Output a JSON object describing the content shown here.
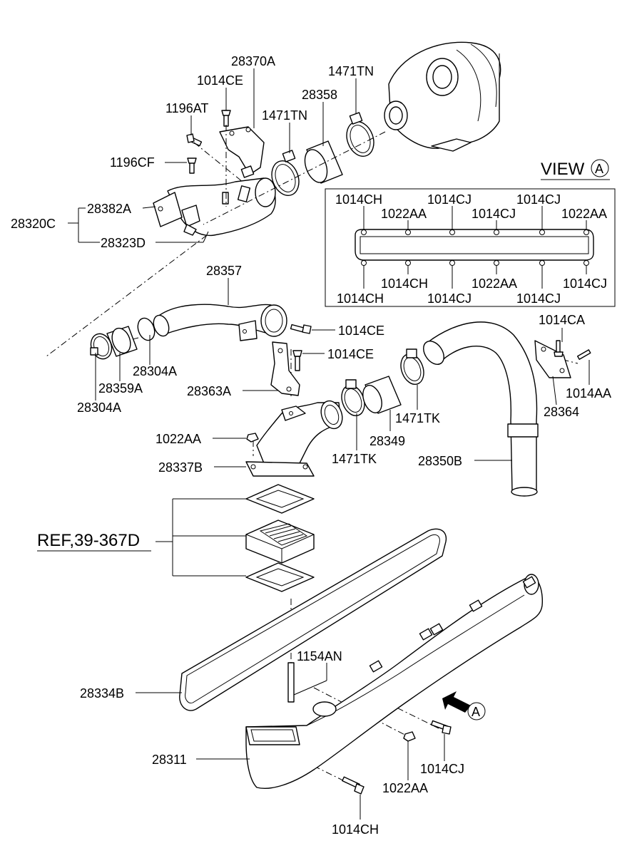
{
  "title": "VIEW",
  "view_marker": "A",
  "ref_label": "REF,39-367D",
  "arrow_marker": "A",
  "callouts": [
    {
      "id": "28370A",
      "text": "28370A"
    },
    {
      "id": "1014CE_a",
      "text": "1014CE"
    },
    {
      "id": "1471TN_a",
      "text": "1471TN"
    },
    {
      "id": "28358",
      "text": "28358"
    },
    {
      "id": "1196AT",
      "text": "1196AT"
    },
    {
      "id": "1471TN_b",
      "text": "1471TN"
    },
    {
      "id": "1196CF",
      "text": "1196CF"
    },
    {
      "id": "28382A",
      "text": "28382A"
    },
    {
      "id": "28320C",
      "text": "28320C"
    },
    {
      "id": "28323D",
      "text": "28323D"
    },
    {
      "id": "28357",
      "text": "28357"
    },
    {
      "id": "1014CE_b",
      "text": "1014CE"
    },
    {
      "id": "1014CE_c",
      "text": "1014CE"
    },
    {
      "id": "28304A_a",
      "text": "28304A"
    },
    {
      "id": "28359A",
      "text": "28359A"
    },
    {
      "id": "28304A_b",
      "text": "28304A"
    },
    {
      "id": "28363A",
      "text": "28363A"
    },
    {
      "id": "1014CA",
      "text": "1014CA"
    },
    {
      "id": "1014AA",
      "text": "1014AA"
    },
    {
      "id": "28364",
      "text": "28364"
    },
    {
      "id": "1471TK_a",
      "text": "1471TK"
    },
    {
      "id": "28349",
      "text": "28349"
    },
    {
      "id": "1471TK_b",
      "text": "1471TK"
    },
    {
      "id": "1022AA_a",
      "text": "1022AA"
    },
    {
      "id": "28337B",
      "text": "28337B"
    },
    {
      "id": "28350B",
      "text": "28350B"
    },
    {
      "id": "1154AN",
      "text": "1154AN"
    },
    {
      "id": "28334B",
      "text": "28334B"
    },
    {
      "id": "28311",
      "text": "28311"
    },
    {
      "id": "1014CJ_a",
      "text": "1014CJ"
    },
    {
      "id": "1022AA_b",
      "text": "1022AA"
    },
    {
      "id": "1014CH_a",
      "text": "1014CH"
    }
  ],
  "view_callouts": [
    {
      "id": "v1",
      "text": "1014CH"
    },
    {
      "id": "v2",
      "text": "1022AA"
    },
    {
      "id": "v3",
      "text": "1014CJ"
    },
    {
      "id": "v4",
      "text": "1014CJ"
    },
    {
      "id": "v5",
      "text": "1014CJ"
    },
    {
      "id": "v6",
      "text": "1022AA"
    },
    {
      "id": "v7",
      "text": "1014CH"
    },
    {
      "id": "v8",
      "text": "1014CH"
    },
    {
      "id": "v9",
      "text": "1014CJ"
    },
    {
      "id": "v10",
      "text": "1022AA"
    },
    {
      "id": "v11",
      "text": "1014CJ"
    },
    {
      "id": "v12",
      "text": "1014CJ"
    }
  ]
}
